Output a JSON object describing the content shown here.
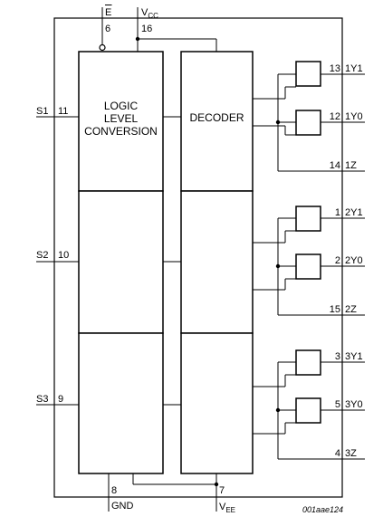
{
  "pins": {
    "e_bar": {
      "name": "E",
      "number": "6"
    },
    "vcc": {
      "name": "V",
      "sub": "CC",
      "number": "16"
    },
    "s1": {
      "name": "S1",
      "number": "11"
    },
    "s2": {
      "name": "S2",
      "number": "10"
    },
    "s3": {
      "name": "S3",
      "number": "9"
    },
    "gnd": {
      "name": "GND",
      "number": "8"
    },
    "vee": {
      "name": "V",
      "sub": "EE",
      "number": "7"
    }
  },
  "blocks": {
    "logic_level": [
      "LOGIC",
      "LEVEL",
      "CONVERSION"
    ],
    "decoder": "DECODER"
  },
  "outputs": [
    {
      "number": "13",
      "name": "1Y1"
    },
    {
      "number": "12",
      "name": "1Y0"
    },
    {
      "number": "14",
      "name": "1Z"
    },
    {
      "number": "1",
      "name": "2Y1"
    },
    {
      "number": "2",
      "name": "2Y0"
    },
    {
      "number": "15",
      "name": "2Z"
    },
    {
      "number": "3",
      "name": "3Y1"
    },
    {
      "number": "5",
      "name": "3Y0"
    },
    {
      "number": "4",
      "name": "3Z"
    }
  ],
  "reference": "001aae124"
}
